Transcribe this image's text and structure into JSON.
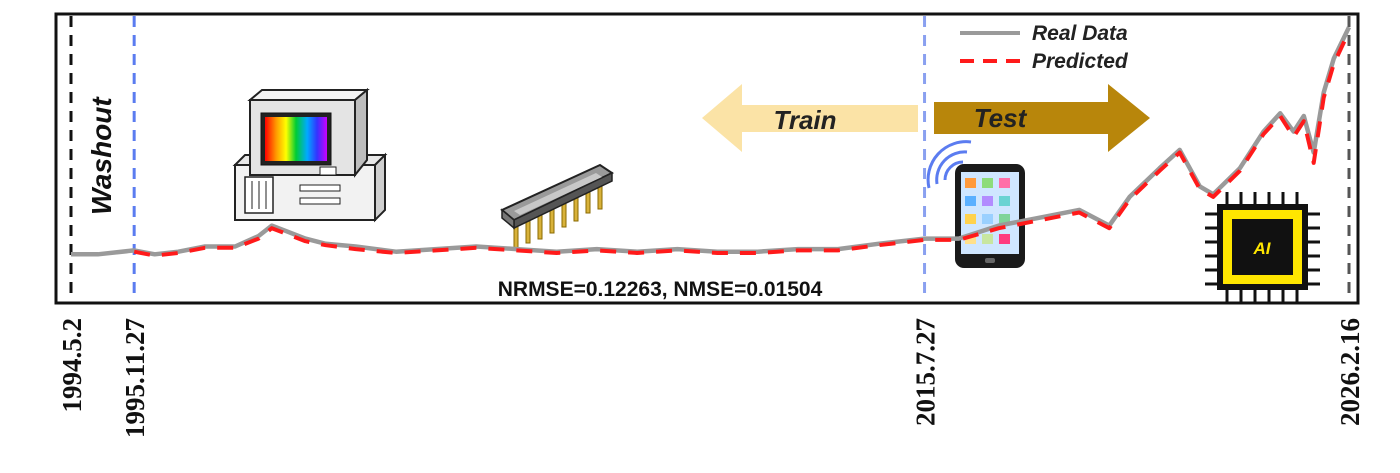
{
  "chart_data": {
    "type": "line",
    "x_type": "date",
    "x_range": [
      "1994-05-02",
      "2026-02-16"
    ],
    "x_ticks": [
      {
        "date": "1994-05-02",
        "label": "1994.5.2"
      },
      {
        "date": "1995-11-27",
        "label": "1995.11.27"
      },
      {
        "date": "2015-07-27",
        "label": "2015.7.27"
      },
      {
        "date": "2026-02-16",
        "label": "2026.2.16"
      }
    ],
    "y_range": [
      0,
      1
    ],
    "y_axis_visible": false,
    "grid": false,
    "legend_position": "top-right",
    "series": [
      {
        "name": "Real Data",
        "color": "#9a9a9a",
        "style": "solid",
        "points": [
          [
            "1994-05-02",
            0.11
          ],
          [
            "1995-01-01",
            0.11
          ],
          [
            "1995-11-27",
            0.125
          ],
          [
            "1996-06-01",
            0.11
          ],
          [
            "1997-01-01",
            0.12
          ],
          [
            "1997-09-01",
            0.14
          ],
          [
            "1998-06-01",
            0.14
          ],
          [
            "1999-01-01",
            0.18
          ],
          [
            "1999-05-01",
            0.22
          ],
          [
            "1999-09-01",
            0.2
          ],
          [
            "2000-03-01",
            0.17
          ],
          [
            "2000-09-01",
            0.15
          ],
          [
            "2001-06-01",
            0.14
          ],
          [
            "2002-06-01",
            0.12
          ],
          [
            "2003-06-01",
            0.13
          ],
          [
            "2004-06-01",
            0.14
          ],
          [
            "2005-06-01",
            0.13
          ],
          [
            "2006-06-01",
            0.12
          ],
          [
            "2007-06-01",
            0.13
          ],
          [
            "2008-06-01",
            0.12
          ],
          [
            "2009-06-01",
            0.13
          ],
          [
            "2010-06-01",
            0.12
          ],
          [
            "2011-06-01",
            0.12
          ],
          [
            "2012-06-01",
            0.13
          ],
          [
            "2013-06-01",
            0.13
          ],
          [
            "2014-06-01",
            0.15
          ],
          [
            "2015-07-27",
            0.17
          ],
          [
            "2016-06-01",
            0.17
          ],
          [
            "2017-06-01",
            0.22
          ],
          [
            "2018-06-01",
            0.25
          ],
          [
            "2019-06-01",
            0.28
          ],
          [
            "2020-03-01",
            0.22
          ],
          [
            "2020-09-01",
            0.33
          ],
          [
            "2021-06-01",
            0.44
          ],
          [
            "2021-12-01",
            0.51
          ],
          [
            "2022-06-01",
            0.37
          ],
          [
            "2022-10-01",
            0.34
          ],
          [
            "2023-06-01",
            0.44
          ],
          [
            "2024-01-01",
            0.58
          ],
          [
            "2024-06-01",
            0.65
          ],
          [
            "2024-10-01",
            0.58
          ],
          [
            "2025-01-01",
            0.64
          ],
          [
            "2025-04-01",
            0.5
          ],
          [
            "2025-07-01",
            0.73
          ],
          [
            "2025-10-01",
            0.86
          ],
          [
            "2026-02-16",
            0.98
          ]
        ]
      },
      {
        "name": "Predicted",
        "color": "#ff1a1a",
        "style": "dashed",
        "points": [
          [
            "1995-11-27",
            0.12
          ],
          [
            "1996-06-01",
            0.105
          ],
          [
            "1997-01-01",
            0.115
          ],
          [
            "1997-09-01",
            0.135
          ],
          [
            "1998-06-01",
            0.135
          ],
          [
            "1999-01-01",
            0.17
          ],
          [
            "1999-05-01",
            0.21
          ],
          [
            "1999-09-01",
            0.19
          ],
          [
            "2000-03-01",
            0.16
          ],
          [
            "2000-09-01",
            0.145
          ],
          [
            "2001-06-01",
            0.13
          ],
          [
            "2002-06-01",
            0.115
          ],
          [
            "2003-06-01",
            0.125
          ],
          [
            "2004-06-01",
            0.135
          ],
          [
            "2005-06-01",
            0.125
          ],
          [
            "2006-06-01",
            0.115
          ],
          [
            "2007-06-01",
            0.125
          ],
          [
            "2008-06-01",
            0.115
          ],
          [
            "2009-06-01",
            0.125
          ],
          [
            "2010-06-01",
            0.115
          ],
          [
            "2011-06-01",
            0.115
          ],
          [
            "2012-06-01",
            0.125
          ],
          [
            "2013-06-01",
            0.125
          ],
          [
            "2014-06-01",
            0.145
          ],
          [
            "2015-07-27",
            0.165
          ],
          [
            "2016-06-01",
            0.165
          ],
          [
            "2017-06-01",
            0.21
          ],
          [
            "2018-06-01",
            0.24
          ],
          [
            "2019-06-01",
            0.27
          ],
          [
            "2020-03-01",
            0.21
          ],
          [
            "2020-09-01",
            0.32
          ],
          [
            "2021-06-01",
            0.43
          ],
          [
            "2021-12-01",
            0.5
          ],
          [
            "2022-06-01",
            0.36
          ],
          [
            "2022-10-01",
            0.33
          ],
          [
            "2023-06-01",
            0.43
          ],
          [
            "2024-01-01",
            0.57
          ],
          [
            "2024-06-01",
            0.64
          ],
          [
            "2024-10-01",
            0.56
          ],
          [
            "2025-01-01",
            0.62
          ],
          [
            "2025-04-01",
            0.46
          ],
          [
            "2025-07-01",
            0.71
          ],
          [
            "2025-10-01",
            0.84
          ],
          [
            "2026-02-01",
            0.95
          ]
        ]
      }
    ],
    "vertical_lines": [
      {
        "date": "1994-05-02",
        "color": "#111111"
      },
      {
        "date": "1995-11-27",
        "color": "#5b7cf0"
      },
      {
        "date": "2015-07-27",
        "color": "#8aa0f0"
      },
      {
        "date": "2026-02-16",
        "color": "#555555"
      }
    ],
    "annotations": {
      "washout": "Washout",
      "train": "Train",
      "test": "Test",
      "metrics": "NRMSE=0.12263, NMSE=0.01504"
    },
    "colors": {
      "train_arrow": "#fbe3a6",
      "test_arrow": "#b8860b",
      "frame": "#111111"
    },
    "icons": [
      "desktop-computer-icon",
      "ic-chip-icon",
      "smartphone-icon",
      "ai-chip-icon"
    ]
  }
}
